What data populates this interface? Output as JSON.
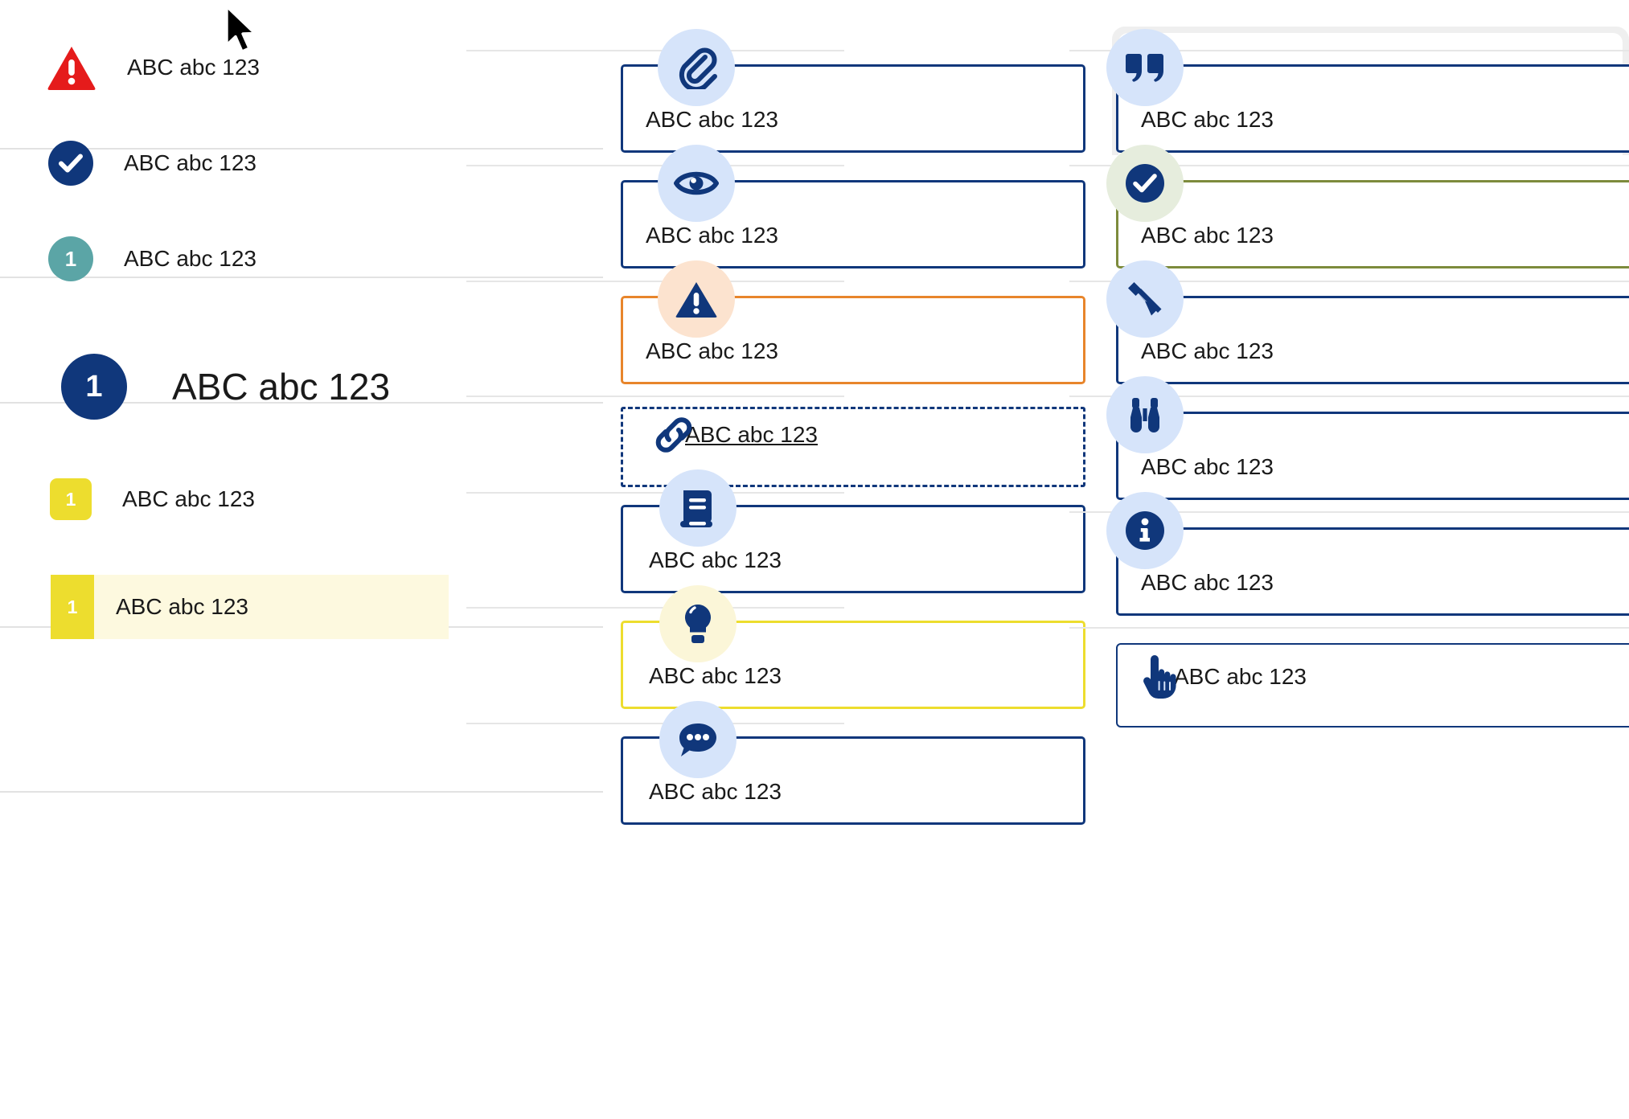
{
  "sample_text": "ABC abc 123",
  "colors": {
    "navy": "#10377B",
    "red": "#E51B1B",
    "teal": "#5BA5A6",
    "yellow": "#EDDD2E",
    "orange": "#E8852B",
    "olive": "#7D8B3C",
    "icon_bubble_blue": "#D6E4FA",
    "icon_bubble_peach": "#FCE3CF",
    "icon_bubble_mint": "#E6EDDD",
    "icon_bubble_cream": "#FBF6D8",
    "highlight_row_bg": "#FDF9DF",
    "separator": "#E2E2E2",
    "backdrop_gray": "#EFEFEF"
  },
  "left_list": {
    "items": [
      {
        "badge": "warning-triangle",
        "badge_color": "#E51B1B",
        "badge_text": "",
        "label": "ABC abc 123"
      },
      {
        "badge": "check-circle",
        "badge_color": "#10377B",
        "badge_text": "",
        "label": "ABC abc 123"
      },
      {
        "badge": "number-circle",
        "badge_color": "#5BA5A6",
        "badge_text": "1",
        "label": "ABC abc 123"
      }
    ],
    "hero": {
      "badge": "number-circle",
      "badge_color": "#10377B",
      "badge_text": "1",
      "label": "ABC abc 123"
    },
    "tail_items": [
      {
        "badge": "number-square",
        "badge_color": "#EDDD2E",
        "badge_text": "1",
        "label": "ABC abc 123",
        "highlighted": false
      },
      {
        "badge": "number-bar",
        "badge_color": "#EDDD2E",
        "badge_text": "1",
        "label": "ABC abc 123",
        "highlighted": true
      }
    ]
  },
  "middle_column": {
    "cards": [
      {
        "icon": "paperclip-icon",
        "bubble": "blue",
        "border": "navy",
        "style": "solid",
        "label": "ABC abc 123",
        "link": false
      },
      {
        "icon": "eye-icon",
        "bubble": "blue",
        "border": "navy",
        "style": "solid",
        "label": "ABC abc 123",
        "link": false
      },
      {
        "icon": "warning-triangle-icon",
        "bubble": "peach",
        "border": "orange",
        "style": "solid",
        "label": "ABC abc 123",
        "link": false
      },
      {
        "icon": "link-chain-icon",
        "bubble": "none",
        "border": "navy",
        "style": "dashed",
        "label": "ABC abc 123",
        "link": true
      },
      {
        "icon": "book-icon",
        "bubble": "blue",
        "border": "navy",
        "style": "solid",
        "label": "ABC abc 123",
        "link": false
      },
      {
        "icon": "lightbulb-icon",
        "bubble": "cream",
        "border": "yellow",
        "style": "solid",
        "label": "ABC abc 123",
        "link": false
      },
      {
        "icon": "chat-bubble-icon",
        "bubble": "blue",
        "border": "navy",
        "style": "solid",
        "label": "ABC abc 123",
        "link": false
      }
    ]
  },
  "right_column": {
    "cards": [
      {
        "icon": "quote-icon",
        "bubble": "blue",
        "border": "navy",
        "style": "solid",
        "label": "ABC abc 123",
        "link": false
      },
      {
        "icon": "check-circle-icon",
        "bubble": "mint",
        "border": "olive",
        "style": "solid",
        "label": "ABC abc 123",
        "link": false
      },
      {
        "icon": "pencil-icon",
        "bubble": "blue",
        "border": "navy",
        "style": "solid",
        "label": "ABC abc 123",
        "link": false
      },
      {
        "icon": "binoculars-icon",
        "bubble": "blue",
        "border": "navy",
        "style": "solid",
        "label": "ABC abc 123",
        "link": false
      },
      {
        "icon": "info-circle-icon",
        "bubble": "blue",
        "border": "navy",
        "style": "solid",
        "label": "ABC abc 123",
        "link": false
      },
      {
        "icon": "pointing-hand-icon",
        "bubble": "none",
        "border": "navy",
        "style": "thin",
        "label": "ABC abc 123",
        "link": false
      }
    ]
  },
  "cursor": {
    "type": "arrow-pointer"
  }
}
